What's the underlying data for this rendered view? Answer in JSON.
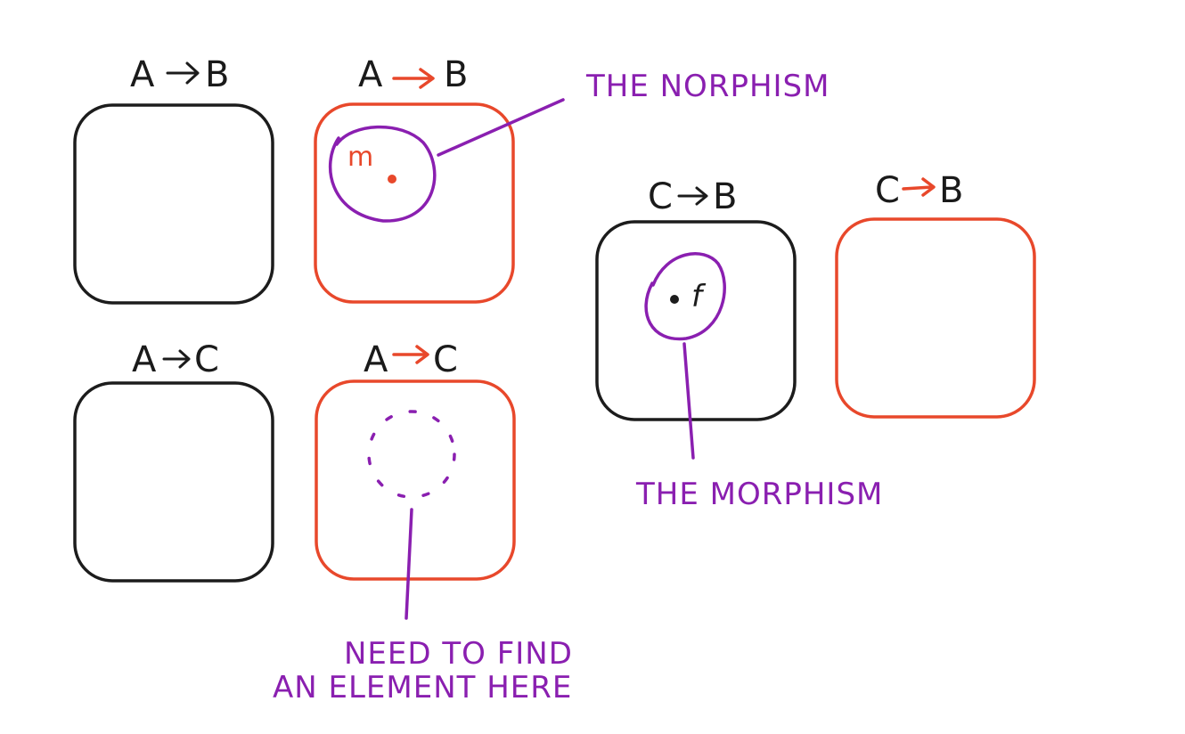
{
  "colors": {
    "ink": "#1c1c1c",
    "accent_red": "#e8482b",
    "annotation_purple": "#8a1fb0",
    "background": "#ffffff"
  },
  "boxes": [
    {
      "label_from": "A",
      "label_to": "B",
      "style": "black"
    },
    {
      "label_from": "A",
      "label_to": "B",
      "style": "red"
    },
    {
      "label_from": "A",
      "label_to": "C",
      "style": "black"
    },
    {
      "label_from": "A",
      "label_to": "C",
      "style": "red"
    },
    {
      "label_from": "C",
      "label_to": "B",
      "style": "black"
    },
    {
      "label_from": "C",
      "label_to": "B",
      "style": "red"
    }
  ],
  "elements": {
    "m_label": "m",
    "f_label": "f"
  },
  "annotations": {
    "morphism_top": "THE NORPHISM",
    "morphism_bottom": "THE MORPHISM",
    "need_line1": "NEED TO FIND",
    "need_line2": "AN ELEMENT HERE"
  }
}
